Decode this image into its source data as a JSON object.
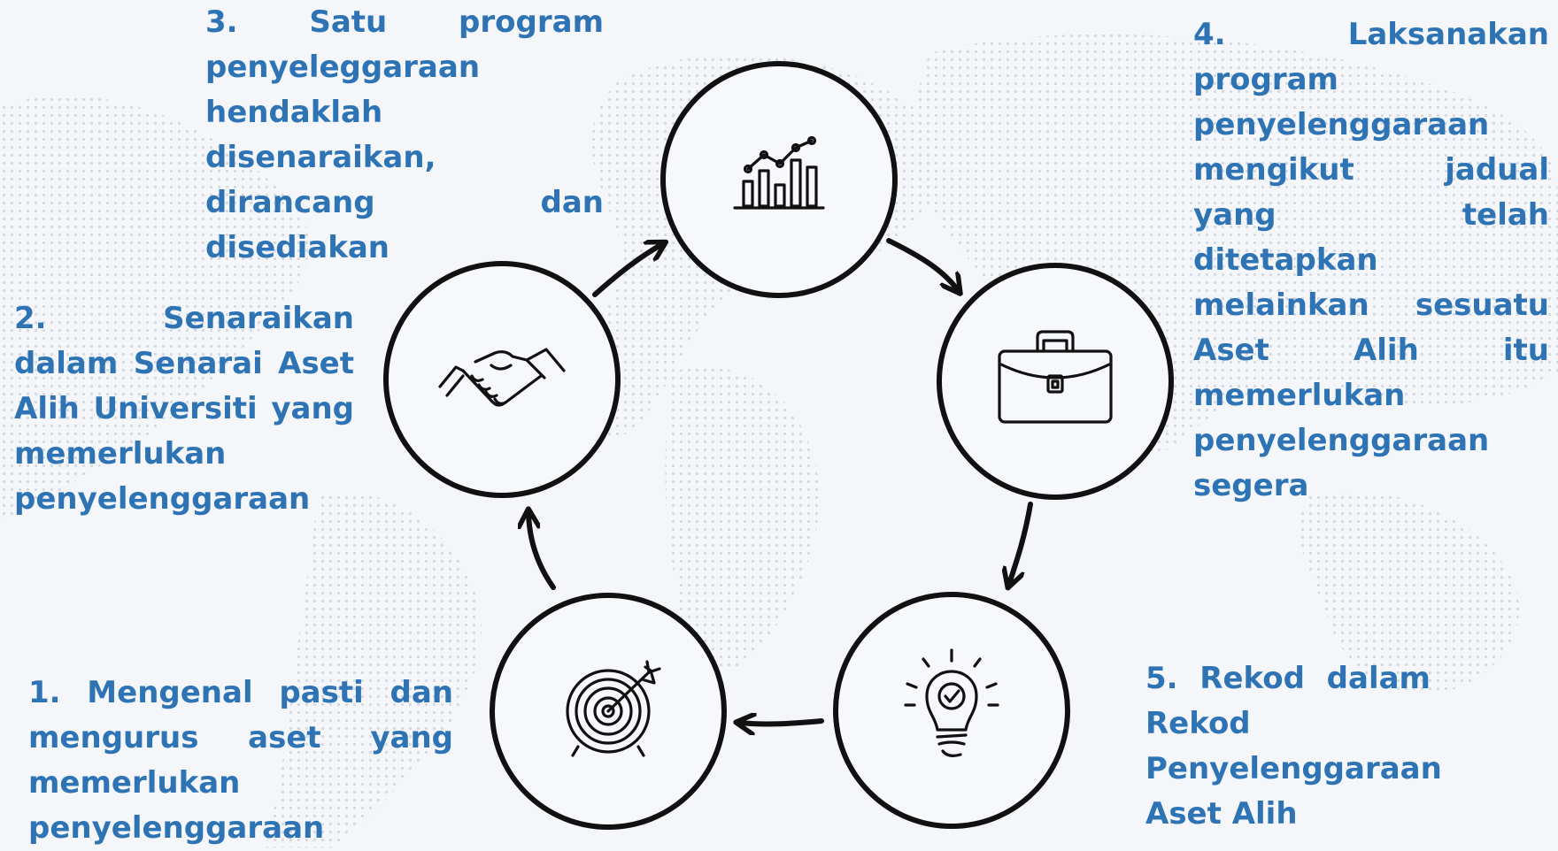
{
  "colors": {
    "text": "#2e74b5",
    "background": "#f4f6fa",
    "stroke": "#111111"
  },
  "steps": [
    {
      "id": "step-1",
      "text": "1. Mengenal pasti dan mengurus aset yang memerlukan penyelenggaraan",
      "icon": "target-icon"
    },
    {
      "id": "step-2",
      "text": "2. Senaraikan dalam Senarai Aset Alih Universiti yang memerlukan penyelenggaraan",
      "icon": "handshake-icon"
    },
    {
      "id": "step-3",
      "text": "3. Satu program penyeleggaraan hendaklah disenaraikan, dirancang dan disediakan",
      "icon": "bar-chart-icon"
    },
    {
      "id": "step-4",
      "text": "4. Laksanakan program penyelenggaraan mengikut jadual yang telah ditetapkan melainkan sesuatu Aset Alih itu memerlukan penyelenggaraan segera",
      "icon": "briefcase-icon"
    },
    {
      "id": "step-5",
      "text": "5. Rekod dalam Rekod Penyelenggaraan Aset Alih",
      "icon": "lightbulb-icon"
    }
  ]
}
